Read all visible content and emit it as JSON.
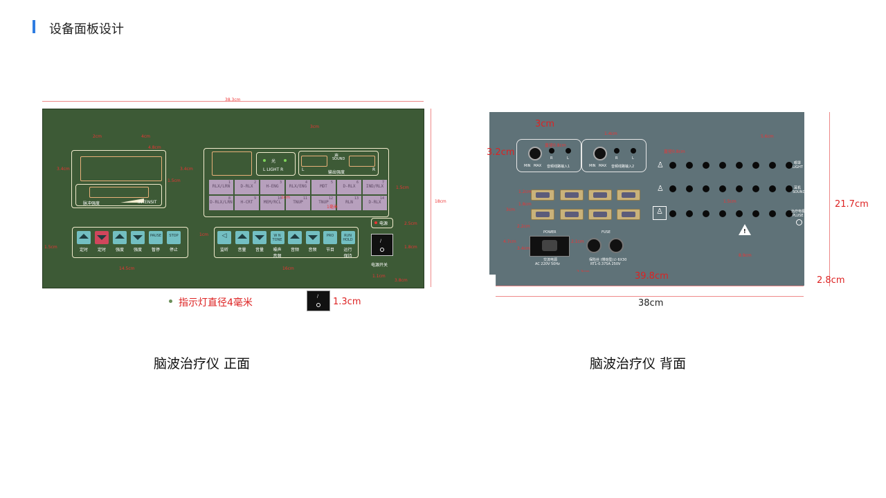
{
  "header": {
    "title": "设备面板设计"
  },
  "front": {
    "caption": "脑波治疗仪 正面",
    "total_width_dim": "38.3cm",
    "height_dim": "18cm",
    "pulse_label": "脉冲强度",
    "intensity_label": "INTENSIT",
    "light_label": "光",
    "light_lr": "L  LIGHT R",
    "sound_label": "声",
    "sound_word": "SOUND",
    "output_label": "输出强度",
    "sound_l": "L",
    "sound_r": "R",
    "power_indicator": "电源",
    "power_switch_label": "电源开关",
    "indicator_note": "指示灯直径4毫米",
    "switch_dim": "1.3cm",
    "dims": {
      "a1": "4.8cm",
      "a2": "3.4cm",
      "a3": "1.5cm",
      "a4": "3cm",
      "a5": "3.4cm",
      "a6": "4cm",
      "a7": "1.5cm",
      "a8": "14.5cm",
      "a9": "16cm",
      "a10": "1cm",
      "a11": "2.5cm",
      "a12": "1.8cm",
      "a13": "1.1cm",
      "a14": "3.8cm",
      "a15": "2cm",
      "a16": "1.5cm",
      "a17": "1.3cm",
      "a18": "1cm",
      "a19": "1.2cm"
    },
    "mode_grid": [
      {
        "num": "1",
        "text": "RLX/LRN"
      },
      {
        "num": "2",
        "text": "D-RLX"
      },
      {
        "num": "3",
        "text": "H-ENG"
      },
      {
        "num": "4",
        "text": "RLX/ENG"
      },
      {
        "num": "5",
        "text": "MDT"
      },
      {
        "num": "6",
        "text": "D-RLX"
      },
      {
        "num": "7",
        "text": "IND/RLX"
      },
      {
        "num": "8",
        "text": "D-RLX/LRN"
      },
      {
        "num": "9",
        "text": "H-CRT"
      },
      {
        "num": "10",
        "text": "MEM/RCL"
      },
      {
        "num": "11",
        "text": "TNUP"
      },
      {
        "num": "12",
        "text": "TNUP"
      },
      {
        "num": "13",
        "text": "RLN"
      },
      {
        "num": "14",
        "text": "D-RLX"
      }
    ],
    "left_buttons": [
      {
        "label": "定时",
        "kind": "up"
      },
      {
        "label": "定时",
        "kind": "down-red"
      },
      {
        "label": "强度",
        "kind": "up"
      },
      {
        "label": "强度",
        "kind": "down"
      },
      {
        "label": "暂停",
        "kind": "PAUSE"
      },
      {
        "label": "停止",
        "kind": "STOP"
      }
    ],
    "right_buttons": [
      {
        "label": "监听",
        "kind": "speaker"
      },
      {
        "label": "音量",
        "kind": "up"
      },
      {
        "label": "音量",
        "kind": "down"
      },
      {
        "label": "噪声\n音频",
        "kind": "W N\nTONE"
      },
      {
        "label": "音频",
        "kind": "up"
      },
      {
        "label": "音频",
        "kind": "down"
      },
      {
        "label": "节目",
        "kind": "PRO"
      },
      {
        "label": "运行\n保持",
        "kind": "RUN\nHOLD"
      }
    ],
    "led_note": "1cm",
    "led_note2": "1毫米"
  },
  "back": {
    "caption": "脑波治疗仪 背面",
    "dim_3cm": "3cm",
    "dim_32": "3.2cm",
    "dim_217": "21.7cm",
    "dim_398": "39.8cm",
    "dim_28": "2.8cm",
    "dim_38": "38cm",
    "audio1": "音频线路输入1",
    "audio2": "音频线路输入2",
    "min": "MIN",
    "max": "MAX",
    "r": "R",
    "l": "L",
    "light_cn": "眼罩",
    "light_en": "LIGHT",
    "sound_cn": "耳机",
    "sound_en": "SOUND",
    "pulse_cn": "治疗电极",
    "pulse_en": "PLUSE",
    "power": "POWER",
    "fuse": "FUSE",
    "ac_cn": "交流电源",
    "ac_en": "AC 220V   50Hz",
    "fuse_cn": "保险丝 (慢熔型)∅ 6X30",
    "fuse_en": "RT1-0.375A 250V",
    "small_dims": {
      "d1": "1.2cm",
      "d2": "4cm",
      "d3": "1.4cm",
      "d4": "1.8cm",
      "d5": "3cm",
      "d6": "2.2cm",
      "d7": "4.7cm",
      "d8": "3.4cm",
      "d9": "2.1cm",
      "d10": "5.6cm",
      "d11": "8.9cm",
      "d12": "2.3cm",
      "d13": "1.5cm",
      "d14": "直径0.8cm"
    }
  }
}
